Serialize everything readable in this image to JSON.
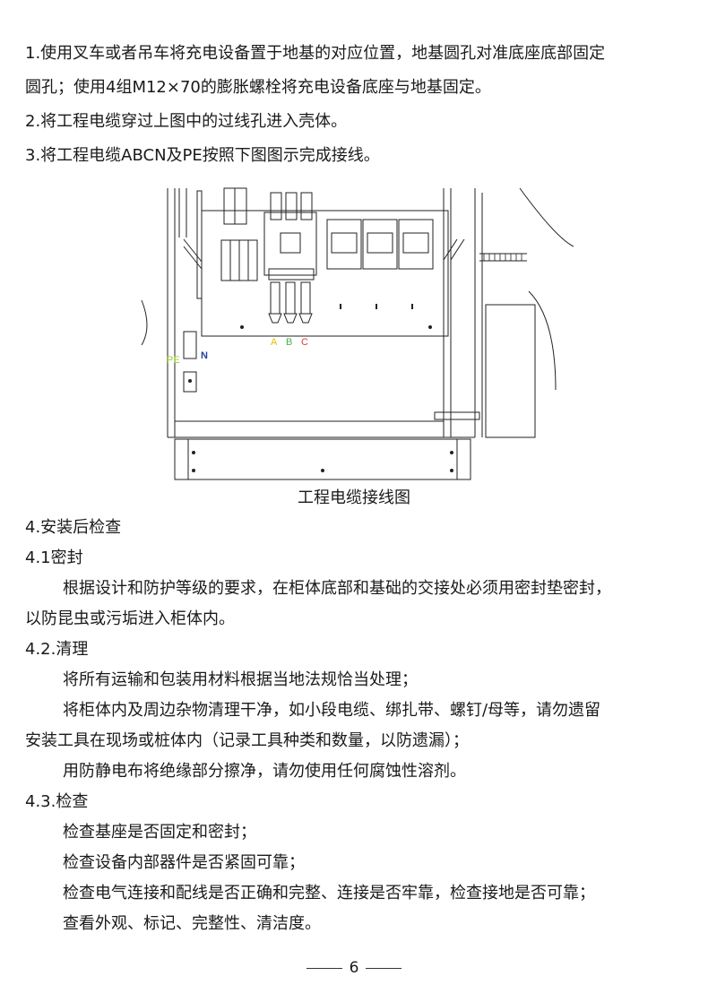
{
  "instructions": {
    "step1_line1": "1.使用叉车或者吊车将充电设备置于地基的对应位置，地基圆孔对准底座底部固定",
    "step1_line2": "圆孔；使用4组M12×70的膨胀螺栓将充电设备底座与地基固定。",
    "step2": "2.将工程电缆穿过上图中的过线孔进入壳体。",
    "step3": "3.将工程电缆ABCN及PE按照下图图示完成接线。"
  },
  "figure": {
    "caption": "工程电缆接线图",
    "labels": {
      "pe": "PE",
      "n": "N",
      "a": "A",
      "b": "B",
      "c": "C"
    },
    "colors": {
      "pe": "#9acd32",
      "n": "#1f3fa0",
      "a": "#e6c200",
      "b": "#4caf50",
      "c": "#e53935"
    }
  },
  "section4": {
    "heading": "4.安装后检查",
    "sealing": {
      "heading": "4.1密封",
      "para_line1": "根据设计和防护等级的要求，在柜体底部和基础的交接处必须用密封垫密封，",
      "para_line2": "以防昆虫或污垢进入柜体内。"
    },
    "cleaning": {
      "heading": "4.2.清理",
      "p1": "将所有运输和包装用材料根据当地法规恰当处理；",
      "p2_line1": "将柜体内及周边杂物清理干净，如小段电缆、绑扎带、螺钉/母等，请勿遗留",
      "p2_line2": "安装工具在现场或桩体内（记录工具种类和数量，以防遗漏）；",
      "p3": "用防静电布将绝缘部分擦净，请勿使用任何腐蚀性溶剂。"
    },
    "check": {
      "heading": "4.3.检查",
      "items": [
        "检查基座是否固定和密封；",
        "检查设备内部器件是否紧固可靠；",
        "检查电气连接和配线是否正确和完整、连接是否牢靠，检查接地是否可靠；",
        "查看外观、标记、完整性、清洁度。"
      ]
    }
  },
  "footer": {
    "page_number": "6"
  }
}
